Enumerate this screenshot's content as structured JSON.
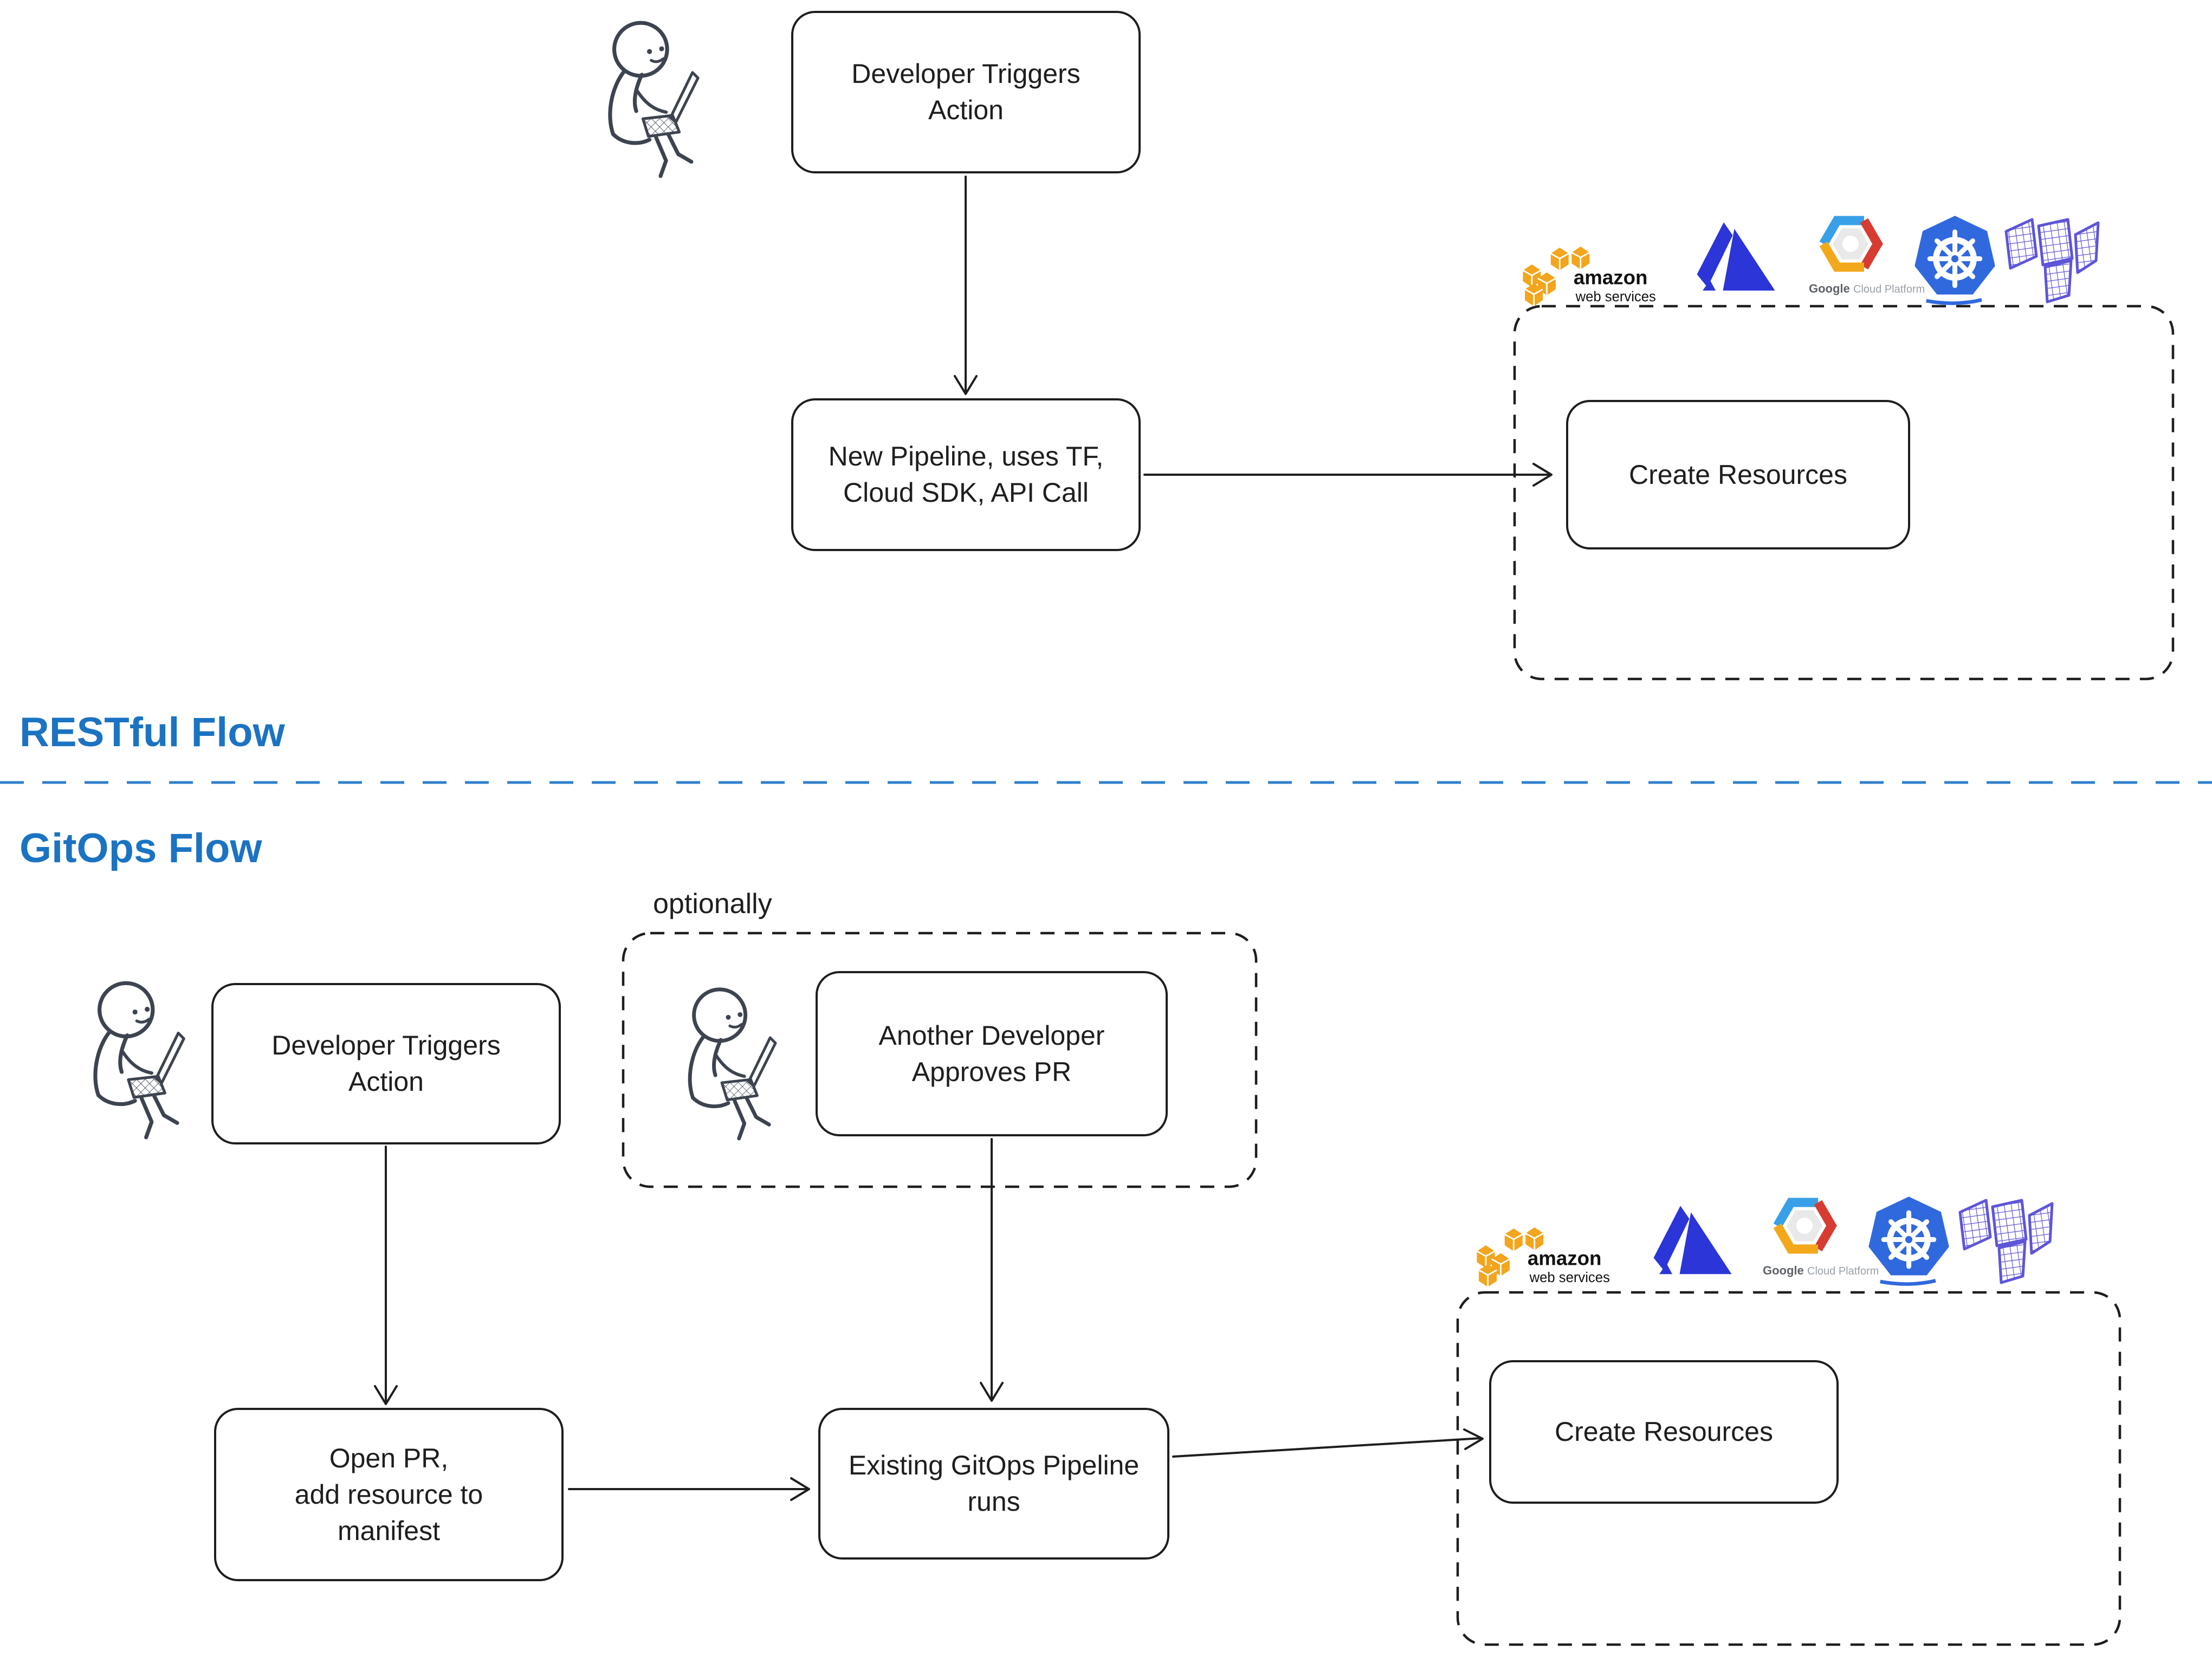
{
  "restful": {
    "label": "RESTful Flow",
    "developer_box": "Developer Triggers\nAction",
    "pipeline_box": "New Pipeline, uses TF,\nCloud SDK, API Call",
    "create_box": "Create Resources"
  },
  "gitops": {
    "label": "GitOps Flow",
    "optionally_label": "optionally",
    "developer_box": "Developer Triggers\nAction",
    "approver_box": "Another Developer\nApproves PR",
    "open_pr_box": "Open PR,\nadd resource to\nmanifest",
    "pipeline_box": "Existing GitOps Pipeline\nruns",
    "create_box": "Create Resources"
  },
  "logos": {
    "aws_line1": "amazon",
    "aws_line2": "web services",
    "gcp_line1": "Google",
    "gcp_line2": "Cloud Platform",
    "icon_names": [
      "aws-logo",
      "azure-logo",
      "gcp-logo",
      "kubernetes-logo",
      "terraform-logo"
    ]
  },
  "colors": {
    "accent_blue": "#1B73C2",
    "divider_blue": "#3181CC",
    "ink": "#1E1E1E",
    "person": "#3D4450",
    "aws_orange": "#F2A51D",
    "azure_blue": "#2B35D8",
    "gcp_blue": "#38A0E8",
    "gcp_red": "#D63C31",
    "gcp_yellow": "#F3A81B",
    "gcp_inner_grey": "#E9E9E9",
    "gcp_text_dark": "#5F6368",
    "gcp_text_light": "#9AA0A6",
    "kubernetes_blue": "#3069DE",
    "terraform_purple": "#5E55D8"
  }
}
